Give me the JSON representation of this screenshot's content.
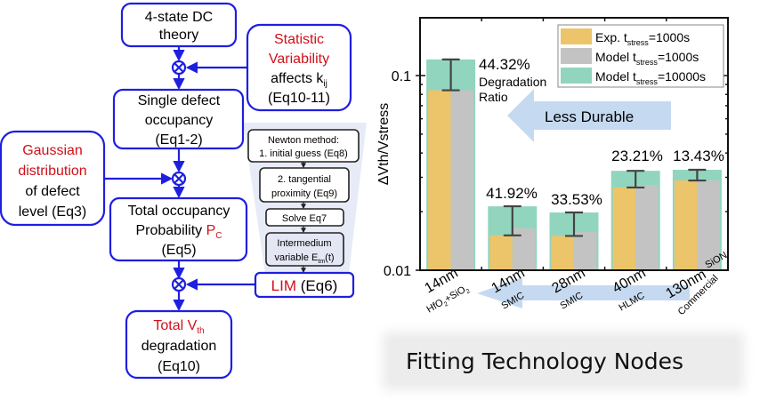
{
  "flowchart": {
    "colors": {
      "box_border": "#1f1fe0",
      "highlight": "#d0101a",
      "connector": "#1f1fe0",
      "newton_border": "#222222",
      "funnel": "#dfe3f5"
    },
    "boxes": {
      "four_state": {
        "line1": "4-state DC",
        "line2": "theory"
      },
      "statistic": {
        "line1": "Statistic",
        "line2": "Variability",
        "line3_main": "affects k",
        "line3_sub": "ij",
        "line4": "(Eq10-11)"
      },
      "single_defect": {
        "line1": "Single defect",
        "line2": "occupancy",
        "line3": "(Eq1-2)"
      },
      "gaussian": {
        "line1": "Gaussian",
        "line2": "distribution",
        "line3": "of defect",
        "line4": "level (Eq3)"
      },
      "total_occupancy": {
        "line1": "Total occupancy",
        "line2_main": "Probability ",
        "line2_hl": "P",
        "line2_sub": "C",
        "line3": "(Eq5)"
      },
      "lim": {
        "hl": "LIM",
        "rest": " (Eq6)"
      },
      "total_vth": {
        "line1_hl": "Total V",
        "line1_sub": "th",
        "line2": "degradation",
        "line3": "(Eq10)"
      }
    },
    "newton": {
      "step1": {
        "line1": "Newton method:",
        "line2": "1. initial guess (Eq8)"
      },
      "step2": {
        "line1": "2. tangential",
        "line2": "proximity (Eq9)"
      },
      "step3": {
        "line1": "Solve Eq7"
      },
      "step4": {
        "line1": "Intermedium",
        "line2_main": "variable E",
        "line2_sub": "tm",
        "line2_end": "(t)"
      }
    },
    "operator_symbol": "⊗"
  },
  "chart_data": {
    "type": "bar",
    "title": "",
    "xlabel": "",
    "ylabel": "ΔVth/Vstress",
    "yscale": "log",
    "ylim": [
      0.01,
      0.2
    ],
    "yticks": [
      0.01,
      0.1
    ],
    "ytick_labels": [
      "0.01",
      "0.1"
    ],
    "categories": [
      {
        "node": "14nm",
        "process": "HfO2+SiO2",
        "process_main": "HfO",
        "process_sub": "2",
        "process_end": "+SiO",
        "process_sub2": "2"
      },
      {
        "node": "14nm",
        "process": "SMIC"
      },
      {
        "node": "28nm",
        "process": "SMIC"
      },
      {
        "node": "40nm",
        "process": "HLMC"
      },
      {
        "node": "130nm",
        "process": "Commercial",
        "extra": "SiON"
      }
    ],
    "series": [
      {
        "name": "Exp. tstress=1000s",
        "label_main": "Exp. t",
        "label_sub": "stress",
        "label_end": "=1000s",
        "color": "#ecc46a",
        "values": [
          0.084,
          0.0151,
          0.015,
          0.0266,
          0.0289
        ]
      },
      {
        "name": "Model tstress=1000s",
        "label_main": "Model t",
        "label_sub": "stress",
        "label_end": "=1000s",
        "color": "#c3c3c3",
        "values": [
          0.084,
          0.0164,
          0.0157,
          0.0274,
          0.0289
        ]
      },
      {
        "name": "Model tstress=10000s",
        "label_main": "Model t",
        "label_sub": "stress",
        "label_end": "=10000s",
        "color": "#92d5bf",
        "values": [
          0.121,
          0.0213,
          0.0198,
          0.0324,
          0.0328
        ]
      }
    ],
    "degradation_ratio": [
      "44.32%",
      "41.92%",
      "33.53%",
      "23.21%",
      "13.43%"
    ],
    "degradation_label_line1": "Degradation",
    "degradation_label_line2": "Ratio",
    "legend_position": "top-right",
    "annotations": {
      "arrow_text": "Less Durable",
      "arrow_color": "#c5daf0"
    },
    "errorbar_color": "#444444"
  },
  "caption": "Fitting Technology Nodes"
}
